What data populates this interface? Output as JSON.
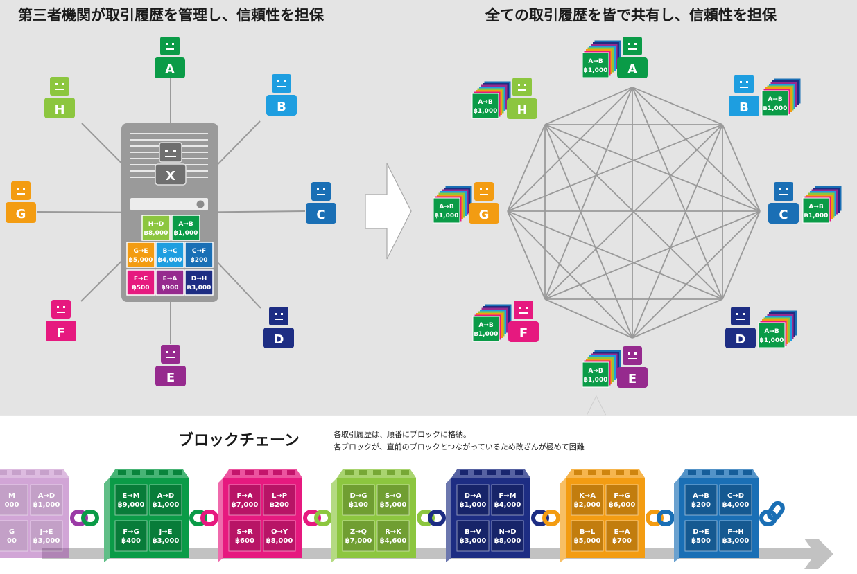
{
  "left_panel": {
    "title": "第三者機関が取引履歴を管理し、信頼性を担保",
    "server_label": "X",
    "ledger": [
      {
        "pair": "H→D",
        "amount": "฿8,000",
        "color": "#8cc63f"
      },
      {
        "pair": "A→B",
        "amount": "฿1,000",
        "color": "#0a9b47"
      },
      {
        "pair": "G→E",
        "amount": "฿5,000",
        "color": "#f39c12"
      },
      {
        "pair": "B→C",
        "amount": "฿4,000",
        "color": "#1e9ee0"
      },
      {
        "pair": "C→F",
        "amount": "฿200",
        "color": "#1a6fb5"
      },
      {
        "pair": "F→C",
        "amount": "฿500",
        "color": "#e6197f"
      },
      {
        "pair": "E→A",
        "amount": "฿900",
        "color": "#962a8e"
      },
      {
        "pair": "D→H",
        "amount": "฿3,000",
        "color": "#1d2d83"
      }
    ]
  },
  "right_panel": {
    "title": "全ての取引履歴を皆で共有し、信頼性を担保",
    "shared_record": {
      "pair": "A→B",
      "amount": "฿1,000"
    }
  },
  "participants": [
    {
      "id": "A",
      "color": "#0a9b47"
    },
    {
      "id": "B",
      "color": "#1e9ee0"
    },
    {
      "id": "C",
      "color": "#1a6fb5"
    },
    {
      "id": "D",
      "color": "#1d2d83"
    },
    {
      "id": "E",
      "color": "#962a8e"
    },
    {
      "id": "F",
      "color": "#e6197f"
    },
    {
      "id": "G",
      "color": "#f39c12"
    },
    {
      "id": "H",
      "color": "#8cc63f"
    }
  ],
  "blockchain": {
    "title": "ブロックチェーン",
    "description_line1": "各取引履歴は、順番にブロックに格納。",
    "description_line2": "各ブロックが、直前のブロックとつながっているため改ざんが極めて困難",
    "blocks": [
      {
        "color": "#9b3aa6",
        "faded": true,
        "cells": [
          {
            "pair": "M",
            "amount": "000"
          },
          {
            "pair": "A→D",
            "amount": "฿1,000"
          },
          {
            "pair": "G",
            "amount": "00"
          },
          {
            "pair": "J→E",
            "amount": "฿3,000"
          }
        ]
      },
      {
        "color": "#0a9b47",
        "faded": false,
        "cells": [
          {
            "pair": "E→M",
            "amount": "฿9,000"
          },
          {
            "pair": "A→D",
            "amount": "฿1,000"
          },
          {
            "pair": "F→G",
            "amount": "฿400"
          },
          {
            "pair": "J→E",
            "amount": "฿3,000"
          }
        ]
      },
      {
        "color": "#e6197f",
        "faded": false,
        "cells": [
          {
            "pair": "F→A",
            "amount": "฿7,000"
          },
          {
            "pair": "L→P",
            "amount": "฿200"
          },
          {
            "pair": "S→R",
            "amount": "฿600"
          },
          {
            "pair": "O→Y",
            "amount": "฿8,000"
          }
        ]
      },
      {
        "color": "#8cc63f",
        "faded": false,
        "cells": [
          {
            "pair": "D→G",
            "amount": "฿100"
          },
          {
            "pair": "S→O",
            "amount": "฿5,000"
          },
          {
            "pair": "Z→Q",
            "amount": "฿7,000"
          },
          {
            "pair": "R→K",
            "amount": "฿4,600"
          }
        ]
      },
      {
        "color": "#1d2d83",
        "faded": false,
        "cells": [
          {
            "pair": "D→A",
            "amount": "฿1,000"
          },
          {
            "pair": "F→M",
            "amount": "฿4,000"
          },
          {
            "pair": "B→V",
            "amount": "฿3,000"
          },
          {
            "pair": "N→D",
            "amount": "฿8,000"
          }
        ]
      },
      {
        "color": "#f39c12",
        "faded": false,
        "cells": [
          {
            "pair": "K→A",
            "amount": "฿2,000"
          },
          {
            "pair": "F→G",
            "amount": "฿6,000"
          },
          {
            "pair": "B→L",
            "amount": "฿5,000"
          },
          {
            "pair": "E→A",
            "amount": "฿700"
          }
        ]
      },
      {
        "color": "#1a6fb5",
        "faded": false,
        "cells": [
          {
            "pair": "A→B",
            "amount": "฿200"
          },
          {
            "pair": "C→D",
            "amount": "฿4,000"
          },
          {
            "pair": "D→E",
            "amount": "฿500"
          },
          {
            "pair": "F→H",
            "amount": "฿3,000"
          }
        ]
      }
    ]
  },
  "colors": {
    "panel_bg": "#e4e4e4",
    "server_gray": "#9a9a9a",
    "line_gray": "#8c8c8c",
    "arrow_gray": "#c2c2c2"
  }
}
